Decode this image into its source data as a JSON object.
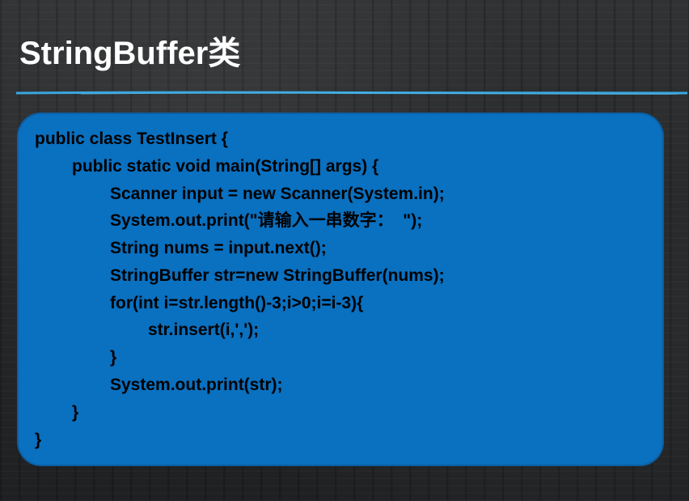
{
  "slide": {
    "title": "StringBuffer类"
  },
  "code": {
    "lines": [
      {
        "indent": 0,
        "text": "public class TestInsert {"
      },
      {
        "indent": 1,
        "text": "public static void main(String[] args) {"
      },
      {
        "indent": 2,
        "text": "Scanner input = new Scanner(System.in);"
      },
      {
        "indent": 2,
        "text": "System.out.print(\"请输入一串数字：  \");"
      },
      {
        "indent": 2,
        "text": "String nums = input.next();"
      },
      {
        "indent": 2,
        "text": "StringBuffer str=new StringBuffer(nums);"
      },
      {
        "indent": 2,
        "text": "for(int i=str.length()-3;i>0;i=i-3){"
      },
      {
        "indent": 3,
        "text": "str.insert(i,',');"
      },
      {
        "indent": 2,
        "text": "}"
      },
      {
        "indent": 2,
        "text": "System.out.print(str);"
      },
      {
        "indent": 1,
        "text": "}"
      },
      {
        "indent": 0,
        "text": "}"
      }
    ]
  },
  "colors": {
    "panel": "#0a70c0",
    "title": "#ffffff",
    "rule": "#3aa6de",
    "code_text": "#000000"
  }
}
